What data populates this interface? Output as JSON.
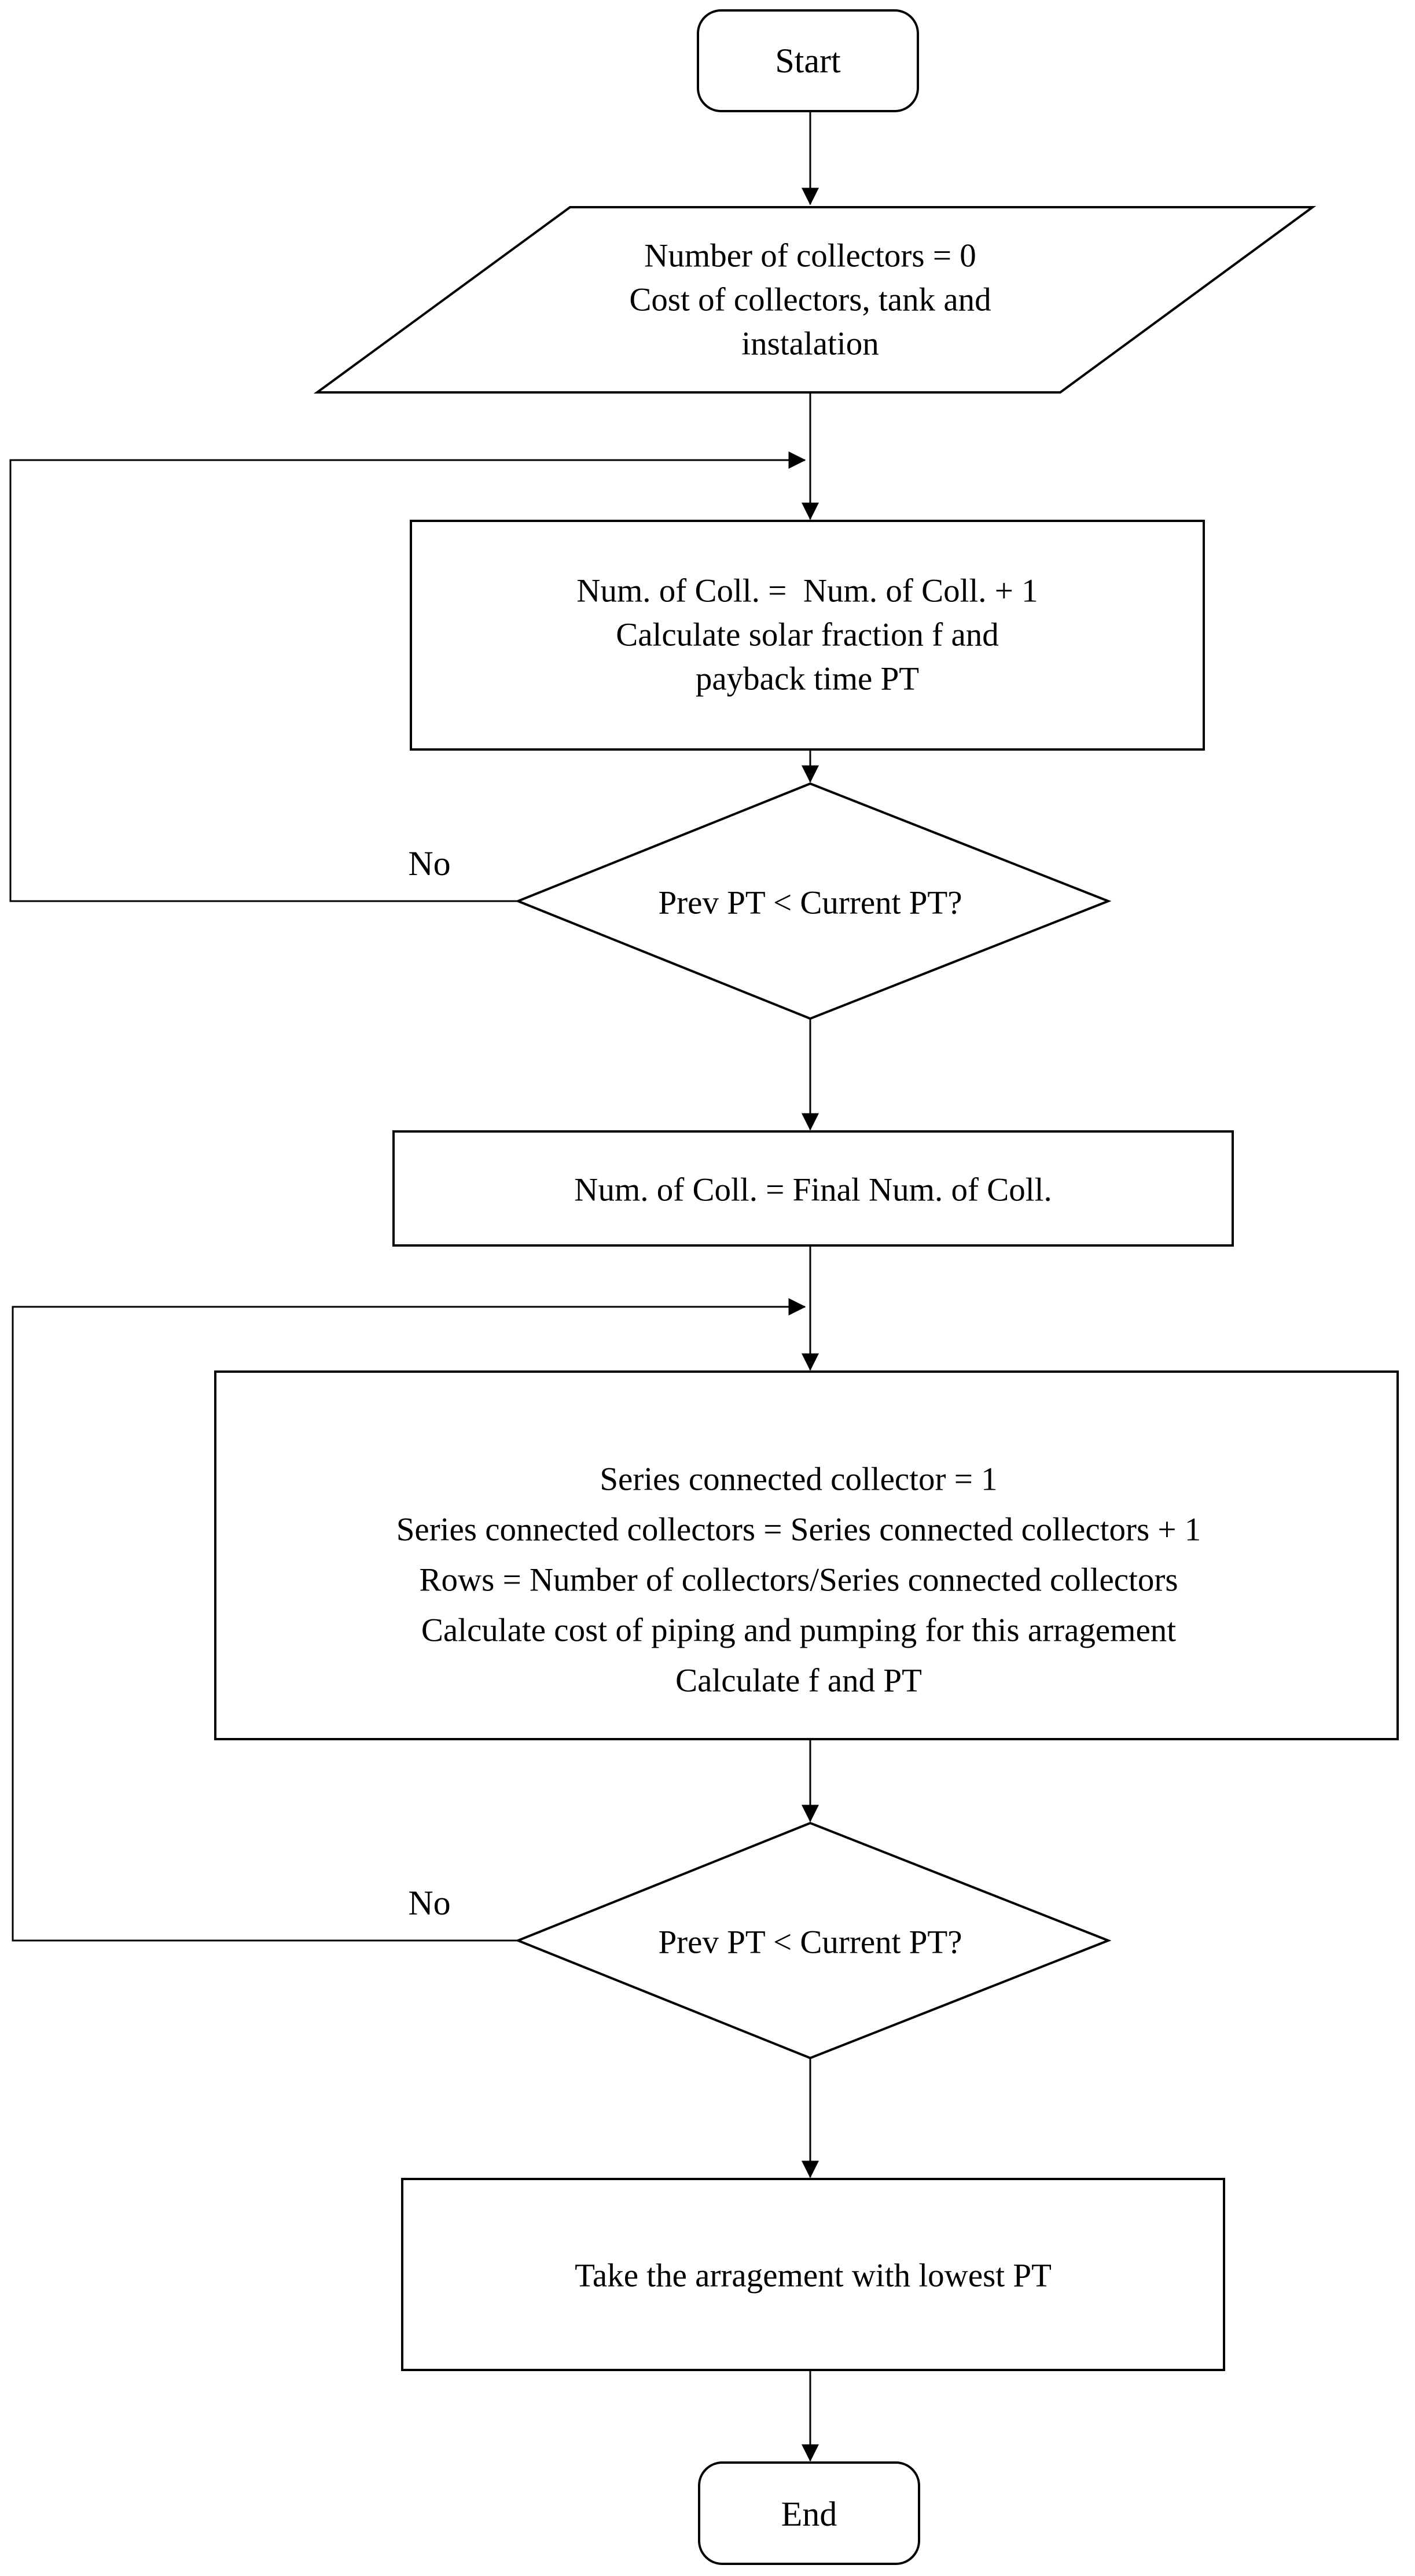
{
  "page": {
    "background": "#ffffff",
    "line_color": "#000000",
    "text_color": "#000000"
  },
  "flowchart": {
    "nodes": {
      "start": {
        "shape": "terminator",
        "label": "Start"
      },
      "init_input": {
        "shape": "parallelogram",
        "lines": [
          "Number of collectors = 0",
          "Cost of collectors, tank and",
          "instalation"
        ]
      },
      "add_collector": {
        "shape": "process",
        "lines": [
          "Num. of Coll. =  Num. of Coll. + 1",
          "Calculate solar fraction f and",
          "payback time PT"
        ]
      },
      "decision_collectors": {
        "shape": "decision",
        "label": "Prev PT < Current PT?",
        "no_branch_label": "No"
      },
      "final_num": {
        "shape": "process",
        "label": "Num. of Coll. = Final Num. of Coll."
      },
      "series_block": {
        "shape": "process",
        "lines": [
          "Series connected collector = 1",
          "Series connected collectors = Series connected collectors + 1",
          "Rows = Number of collectors/Series connected collectors",
          "Calculate cost of piping and pumping for this arragement",
          "Calculate f and PT"
        ]
      },
      "decision_arrangement": {
        "shape": "decision",
        "label": "Prev PT < Current PT?",
        "no_branch_label": "No"
      },
      "take_lowest": {
        "shape": "process",
        "label": "Take the arragement with lowest PT"
      },
      "end": {
        "shape": "terminator",
        "label": "End"
      }
    }
  }
}
